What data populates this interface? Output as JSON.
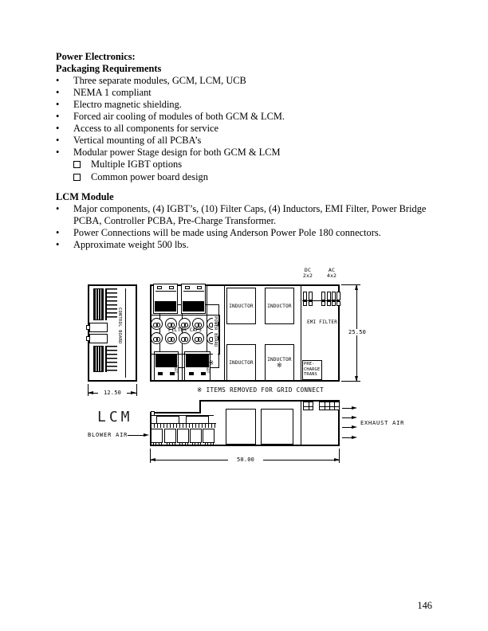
{
  "page": {
    "number": "146"
  },
  "doc": {
    "s1_title": "Power Electronics:",
    "s1_subtitle": "Packaging Requirements",
    "s1_bullets": [
      "Three separate modules, GCM, LCM, UCB",
      "NEMA 1 compliant",
      "Electro magnetic shielding.",
      "Forced air cooling of modules of both GCM & LCM.",
      "Access to all components for service",
      "Vertical mounting of all PCBA’s",
      "Modular power Stage design for both GCM & LCM"
    ],
    "s1_subbullets": [
      "Multiple IGBT options",
      "Common power board design"
    ],
    "s2_title": "LCM Module",
    "s2_bullets": [
      "Major components, (4) IGBT’s, (10) Filter Caps, (4) Inductors, EMI Filter, Power Bridge PCBA, Controller PCBA, Pre-Charge Transformer.",
      "Power Connections will be made using Anderson Power Pole 180 connectors.",
      "Approximate weight 500 lbs."
    ]
  },
  "diagram": {
    "control_board": "CONTROL BOARD",
    "power_board": "POWER BOARD",
    "filter_caps": "FILTER CAPS",
    "igbt": "IGBT",
    "inductor": "INDUCTOR",
    "emi_filter": "EMI FILTER",
    "pre_charge_line1": "PRE-",
    "pre_charge_line2": "CHARGE",
    "pre_charge_line3": "TRANS",
    "dc_line1": "DC",
    "dc_line2": "2x2",
    "ac_line1": "AC",
    "ac_line2": "4x2",
    "dim_width_left": "12.50",
    "dim_height": "25.50",
    "dim_width_bottom": "50.00",
    "grid_note": "※ ITEMS REMOVED FOR GRID CONNECT",
    "asterisk": "※",
    "module_label": "LCM",
    "blower_air": "BLOWER AIR",
    "exhaust_air": "EXHAUST AIR"
  }
}
